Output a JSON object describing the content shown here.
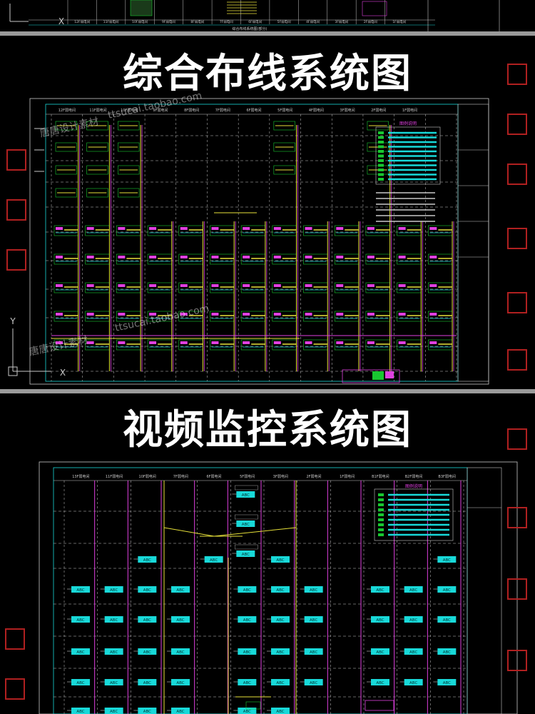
{
  "top_strip": {
    "labels": [
      "12F弱电间",
      "11F弱电间",
      "10F弱电间",
      "9F弱电间",
      "8F弱电间",
      "7F弱电间",
      "6F弱电间",
      "5F弱电间",
      "4F弱电间",
      "3F弱电间",
      "2F弱电间",
      "1F弱电间"
    ],
    "caption": "综合布线系统图(部分)"
  },
  "panel1": {
    "title": "综合布线系统图",
    "floor_labels": [
      "12F弱电间",
      "11F弱电间",
      "10F弱电间",
      "9F弱电间",
      "8F弱电间",
      "7F弱电间",
      "6F弱电间",
      "5F弱电间",
      "4F弱电间",
      "3F弱电间",
      "2F弱电间",
      "1F弱电间"
    ],
    "legend_title": "图例说明"
  },
  "panel2": {
    "title": "视频监控系统图",
    "floor_labels": [
      "13F弱电间",
      "11F弱电间",
      "10F弱电间",
      "7F弱电间",
      "6F弱电间",
      "5F弱电间",
      "3F弱电间",
      "2F弱电间",
      "1F弱电间",
      "B1F弱电间",
      "B2F弱电间",
      "B3F弱电间"
    ],
    "legend_title": "图例说明",
    "camera_label": "ABC"
  },
  "watermarks": {
    "site": "ttsucai.taobao.com",
    "studio": "唐唐设计素材"
  },
  "colors": {
    "background": "#000000",
    "cyan": "#18d9d9",
    "yellow": "#e8e23a",
    "magenta": "#e040e0",
    "grid": "#c8c8c8",
    "green": "#18c830",
    "red_marker": "#b02020"
  }
}
